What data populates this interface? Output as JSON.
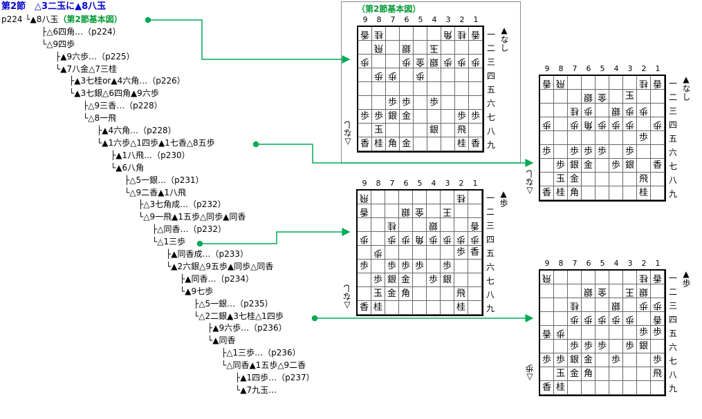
{
  "tree": {
    "lines": [
      {
        "text": "第2節　△3二玉に▲8八玉",
        "cls": "ttl"
      },
      {
        "text": "p224 └▲8八玉",
        "green": "（第2節基本図）"
      },
      {
        "text": "├△6四角…（p224）"
      },
      {
        "text": "└△9四歩"
      },
      {
        "text": "├▲9六歩…（p225）"
      },
      {
        "text": "└▲7八金△7三桂"
      },
      {
        "text": "├▲3七桂or▲4六角…（p226）"
      },
      {
        "text": "└▲3七銀△6四角▲9六歩"
      },
      {
        "text": "├△9三香…（p228）"
      },
      {
        "text": "└△8一飛"
      },
      {
        "text": "├▲4六角…（p228）"
      },
      {
        "text": "└▲1六歩△1四歩▲1七香△8五歩"
      },
      {
        "text": "├▲1八飛…（p230）"
      },
      {
        "text": "└▲6八角"
      },
      {
        "text": "├△5一銀…（p231）"
      },
      {
        "text": "└△9二香▲1八飛"
      },
      {
        "text": "├△3七角成…（p232）"
      },
      {
        "text": "└△9一飛▲1五歩△同歩▲同香"
      },
      {
        "text": "├△同香…（p232）"
      },
      {
        "text": "└△1三歩"
      },
      {
        "text": "├▲同香成…（p233）"
      },
      {
        "text": "└▲2六銀△9五歩▲同歩△同香"
      },
      {
        "text": "├▲同香…（p234）"
      },
      {
        "text": "└▲9七歩"
      },
      {
        "text": "├△5一銀…（p235）"
      },
      {
        "text": "└△2二銀▲3七桂△1四歩"
      },
      {
        "text": "├▲9六歩…（p236）"
      },
      {
        "text": "└▲同香"
      },
      {
        "text": "├△1三歩…（p236）"
      },
      {
        "text": "└△同香▲1五歩△9二香"
      },
      {
        "text": "├▲1四歩…（p237）"
      },
      {
        "text": "└▲7九玉…"
      }
    ]
  },
  "files": [
    "9",
    "8",
    "7",
    "6",
    "5",
    "4",
    "3",
    "2",
    "1"
  ],
  "ranks": [
    "一",
    "二",
    "三",
    "四",
    "五",
    "六",
    "七",
    "八",
    "九"
  ],
  "boards": [
    {
      "title": "（第2節基本図）",
      "sente_hand": "▲なし",
      "gote_hand": "△なし",
      "rows": [
        [
          "v香",
          "v桂",
          "",
          "",
          "",
          "",
          "v角",
          "v桂",
          "v香"
        ],
        [
          "",
          "v飛",
          "",
          "v銀",
          "",
          "v玉",
          "",
          "",
          ""
        ],
        [
          "v歩",
          "",
          "",
          "v歩",
          "v金",
          "v銀",
          "v歩",
          "v歩",
          "v歩"
        ],
        [
          "",
          "v歩",
          "v歩",
          "",
          "v歩",
          "",
          "",
          "",
          ""
        ],
        [
          "",
          "",
          "",
          "",
          "",
          "",
          "",
          "",
          ""
        ],
        [
          "",
          "",
          "歩",
          "歩",
          "",
          "歩",
          "",
          "",
          ""
        ],
        [
          "歩",
          "歩",
          "銀",
          "金",
          "",
          "",
          "",
          "歩",
          "歩"
        ],
        [
          "",
          "玉",
          "",
          "",
          "",
          "銀",
          "",
          "飛",
          ""
        ],
        [
          "香",
          "桂",
          "角",
          "金",
          "",
          "",
          "",
          "桂",
          "香"
        ]
      ]
    },
    {
      "title": "",
      "sente_hand": "▲なし",
      "gote_hand": "△なし",
      "rows": [
        [
          "v香",
          "v飛",
          "",
          "",
          "",
          "",
          "",
          "v桂",
          "v香"
        ],
        [
          "",
          "",
          "",
          "v銀",
          "v金",
          "",
          "玉",
          "",
          ""
        ],
        [
          "",
          "",
          "v桂",
          "v歩",
          "",
          "v銀",
          "v歩",
          "v歩",
          ""
        ],
        [
          "v歩",
          "",
          "v歩",
          "v角",
          "v歩",
          "v歩",
          "v歩",
          "",
          "v歩"
        ],
        [
          "",
          "",
          "",
          "",
          "",
          "",
          "",
          "歩",
          ""
        ],
        [
          "歩",
          "",
          "歩",
          "歩",
          "歩",
          "",
          "歩",
          "",
          ""
        ],
        [
          "",
          "歩",
          "銀",
          "金",
          "",
          "歩",
          "銀",
          "",
          "香"
        ],
        [
          "",
          "玉",
          "金",
          "",
          "",
          "",
          "",
          "飛",
          ""
        ],
        [
          "香",
          "桂",
          "角",
          "",
          "",
          "",
          "",
          "桂",
          ""
        ]
      ]
    },
    {
      "title": "",
      "sente_hand": "▲歩",
      "gote_hand": "△なし",
      "rows": [
        [
          "v飛",
          "",
          "",
          "",
          "",
          "",
          "",
          "v桂",
          ""
        ],
        [
          "v香",
          "",
          "",
          "v銀",
          "v金",
          "",
          "v王",
          "",
          ""
        ],
        [
          "",
          "",
          "v桂",
          "",
          "",
          "v銀",
          "",
          "",
          "v香"
        ],
        [
          "v歩",
          "",
          "v歩",
          "v歩",
          "v角",
          "v歩",
          "v歩",
          "v歩",
          "v歩"
        ],
        [
          "",
          "v歩",
          "",
          "",
          "",
          "",
          "",
          "歩",
          "香"
        ],
        [
          "歩",
          "",
          "歩",
          "歩",
          "歩",
          "",
          "歩",
          "",
          ""
        ],
        [
          "",
          "歩",
          "銀",
          "金",
          "",
          "歩",
          "銀",
          "",
          ""
        ],
        [
          "",
          "玉",
          "金",
          "角",
          "",
          "",
          "",
          "飛",
          ""
        ],
        [
          "香",
          "桂",
          "",
          "",
          "",
          "",
          "",
          "桂",
          ""
        ]
      ]
    },
    {
      "title": "",
      "sente_hand": "▲歩",
      "gote_hand": "△歩",
      "rows": [
        [
          "v飛",
          "",
          "",
          "",
          "",
          "",
          "",
          "v桂",
          "v香"
        ],
        [
          "",
          "",
          "",
          "v銀",
          "v金",
          "",
          "v王",
          "v銀",
          ""
        ],
        [
          "",
          "",
          "v桂",
          "",
          "",
          "v銀",
          "",
          "v歩",
          "v歩"
        ],
        [
          "",
          "",
          "v歩",
          "v歩",
          "v歩",
          "v歩",
          "v歩",
          "",
          "v香"
        ],
        [
          "v香",
          "v歩",
          "",
          "",
          "",
          "",
          "",
          "歩",
          "歩"
        ],
        [
          "",
          "",
          "歩",
          "歩",
          "歩",
          "",
          "歩",
          "銀",
          ""
        ],
        [
          "歩",
          "歩",
          "銀",
          "金",
          "",
          "歩",
          "",
          "",
          "歩"
        ],
        [
          "",
          "玉",
          "金",
          "角",
          "",
          "",
          "",
          "",
          "飛"
        ],
        [
          "香",
          "桂",
          "",
          "",
          "",
          "",
          "",
          "",
          ""
        ]
      ]
    }
  ],
  "colors": {
    "title": "#0000cc",
    "link": "#009933",
    "line": "#00aa55"
  }
}
